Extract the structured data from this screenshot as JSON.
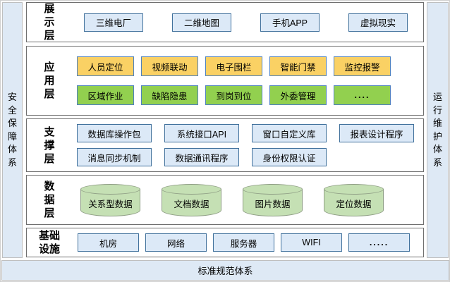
{
  "pillars": {
    "left": "安全保障体系",
    "right": "运行维护体系",
    "bottom": "标准规范体系"
  },
  "layers": [
    {
      "id": "presentation",
      "label": "展示层",
      "rows": [
        {
          "style": "blue",
          "boxes": [
            "三维电厂",
            "二维地图",
            "手机APP",
            "虚拟现实"
          ]
        }
      ]
    },
    {
      "id": "application",
      "label": "应用层",
      "rows": [
        {
          "style": "orange",
          "boxes": [
            "人员定位",
            "视频联动",
            "电子围栏",
            "智能门禁",
            "监控报警"
          ]
        },
        {
          "style": "green",
          "boxes": [
            "区域作业",
            "缺陷隐患",
            "到岗到位",
            "外委管理",
            "...."
          ]
        }
      ]
    },
    {
      "id": "support",
      "label": "支撑层",
      "rows": [
        {
          "style": "blue",
          "boxes": [
            "数据库操作包",
            "系统接口API",
            "窗口自定义库",
            "报表设计程序"
          ]
        },
        {
          "style": "blue",
          "boxes": [
            "消息同步机制",
            "数据通讯程序",
            "身份权限认证"
          ]
        }
      ]
    },
    {
      "id": "data",
      "label": "数据层",
      "rows": [
        {
          "style": "cylinder",
          "boxes": [
            "关系型数据",
            "文档数据",
            "图片数据",
            "定位数据"
          ]
        }
      ]
    },
    {
      "id": "infrastructure",
      "label": "基础设施",
      "rows": [
        {
          "style": "blue",
          "boxes": [
            "机房",
            "网络",
            "服务器",
            "WIFI",
            "....."
          ]
        }
      ]
    }
  ],
  "colors": {
    "text": "#000000",
    "panel_border": "#6F6F6F",
    "pillar_fill": "#DEE9F5",
    "pillar_border": "#BFBFBF",
    "box_blue_fill": "#DCE9F7",
    "box_blue_border": "#41719C",
    "box_orange_fill": "#FAD164",
    "box_green_fill": "#92D04F",
    "box_color_border": "#4F81BD",
    "cyl_fill": "#C5E0B4",
    "cyl_border": "#8F9E85"
  }
}
